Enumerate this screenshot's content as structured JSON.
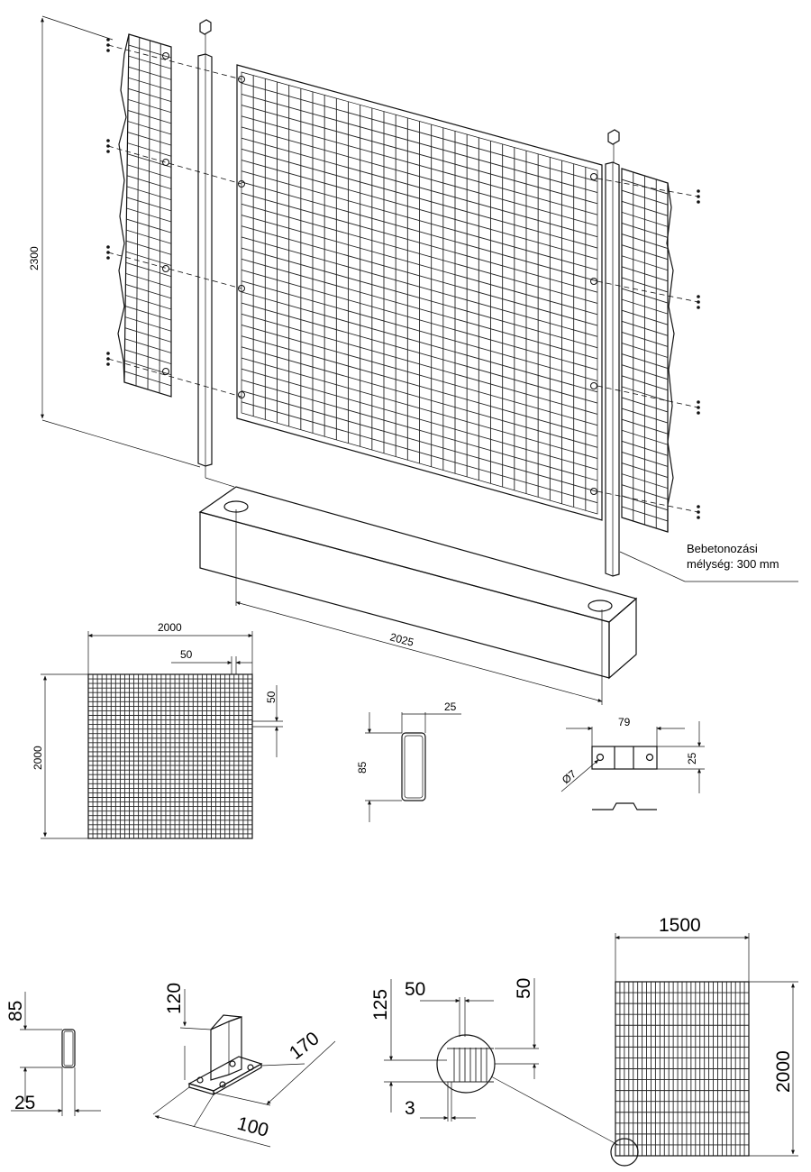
{
  "note": {
    "line1": "Bebetonozási",
    "line2": "mélység: 300 mm"
  },
  "dimensions": {
    "height_total": "2300",
    "post_spacing": "2025",
    "panel_width": "2000",
    "panel_height": "2000",
    "mesh_spacing_h": "50",
    "mesh_spacing_v": "50",
    "post_width": "25",
    "post_depth": "85",
    "clip_length": "79",
    "clip_width": "25",
    "clip_hole": "Ø7",
    "post2_depth": "85",
    "post2_width": "25",
    "base_height": "120",
    "base_length": "170",
    "base_width": "100",
    "detail_mesh_h": "50",
    "detail_mesh_v": "50",
    "detail_height": "125",
    "detail_wire": "3",
    "panel2_width": "1500",
    "panel2_height": "2000"
  }
}
